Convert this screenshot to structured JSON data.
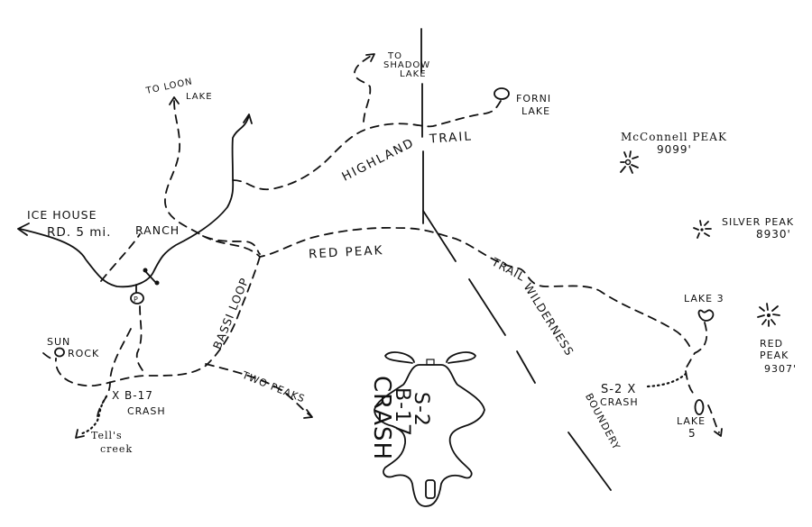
{
  "map": {
    "title": "Hand-drawn trail map to B-17 and S-2 crash sites",
    "roads": {
      "ice_house": [
        "ICE HOUSE",
        "RD. 5 mi."
      ],
      "ranch": "RANCH"
    },
    "trails": {
      "highland": [
        "HIGHLAND",
        "TRAIL"
      ],
      "red_peak": [
        "RED PEAK",
        "TRAIL"
      ],
      "bassi_loop": "BASSI LOOP",
      "two_peaks": "TWO PEAKS"
    },
    "destinations": {
      "loon_lake": [
        "TO LOON",
        "LAKE"
      ],
      "shadow_lake": [
        "TO",
        "SHADOW",
        "LAKE"
      ],
      "tells_creek": [
        "Tell's",
        "creek"
      ]
    },
    "lakes": {
      "forni": [
        "FORNI",
        "LAKE"
      ],
      "lake3": "LAKE 3",
      "lake5": [
        "LAKE",
        "5"
      ]
    },
    "peaks": {
      "mcconnell": [
        "McConnell PEAK",
        "9099'"
      ],
      "silver": [
        "SILVER PEAK",
        "8930'"
      ],
      "red": [
        "RED",
        "PEAK",
        "9307'"
      ]
    },
    "landmarks": {
      "sun_rock": [
        "SUN",
        "ROCK"
      ],
      "parking": "P"
    },
    "crashes": {
      "b17": [
        "X B-17",
        "CRASH"
      ],
      "s2": [
        "S-2 X",
        "CRASH"
      ],
      "plane_drawing": [
        "S-2",
        "B-17",
        "CRASH"
      ]
    },
    "boundary": [
      "WILDERNESS",
      "BOUNDERY"
    ]
  }
}
